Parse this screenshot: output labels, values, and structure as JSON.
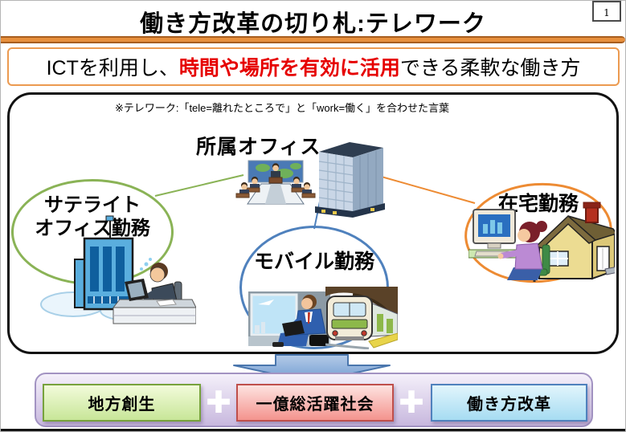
{
  "page": {
    "number": "1",
    "title": "働き方改革の切り札:テレワーク"
  },
  "banner": {
    "prefix": "ICTを利用し、",
    "highlight": "時間や場所を有効に活用",
    "suffix": "できる柔軟な働き方"
  },
  "diagram": {
    "note": "※テレワーク:「tele=離れたところで」と「work=働く」を合わせた言葉",
    "office_label": "所属オフィス",
    "nodes": [
      {
        "id": "satellite-office",
        "label_line1": "サテライト",
        "label_line2": "オフィス勤務",
        "outline_color": "#8ab356"
      },
      {
        "id": "mobile-work",
        "label": "モバイル勤務",
        "outline_color": "#4f81bd"
      },
      {
        "id": "home-work",
        "label": "在宅勤務",
        "outline_color": "#ed8b33"
      }
    ],
    "icons": {
      "office": "office-building-icon",
      "meeting": "meeting-room-icon",
      "satellite": "satellite-office-building-and-worker-icon",
      "mobile": "laptop-worker-and-train-icon",
      "home": "home-worker-and-house-icon"
    }
  },
  "outcomes": {
    "plus": "✚",
    "items": [
      {
        "label": "地方創生",
        "border_color": "#77a23c"
      },
      {
        "label": "一億総活躍社会",
        "border_color": "#bf4f4b"
      },
      {
        "label": "働き方改革",
        "border_color": "#4f81bd"
      }
    ]
  },
  "colors": {
    "title_rule": "#e78f3c",
    "banner_border": "#ec9a50",
    "banner_highlight_text": "#e60000",
    "arrow_fill": "#7fa5d6",
    "arrow_border": "#4a76ad",
    "outcome_bar_border": "#a293c2"
  }
}
